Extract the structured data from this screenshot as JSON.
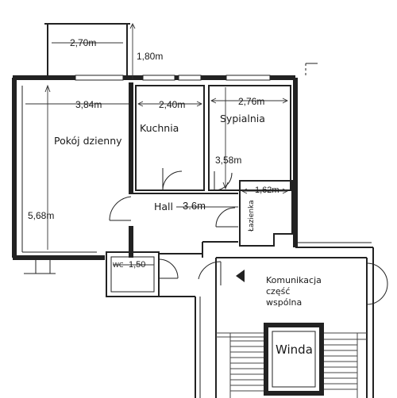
{
  "rooms": {
    "living": "Pokój dzienny",
    "kitchen": "Kuchnia",
    "bedroom": "Sypialnia",
    "hall": "Hall",
    "bathroom": "Łazienka",
    "wc": "WC",
    "common_line1": "Komunikacja",
    "common_line2": "część",
    "common_line3": "wspólna",
    "elevator": "Winda"
  },
  "dimensions": {
    "balcony_width": "2,70m",
    "balcony_depth": "1,80m",
    "living_width": "3,84m",
    "living_depth": "5,68m",
    "kitchen_width": "2,40m",
    "bedroom_width": "2,76m",
    "bedroom_depth": "3,58m",
    "hall_length": "3.6m",
    "bathroom_width": "1,62m",
    "wc_width": "1,50"
  }
}
